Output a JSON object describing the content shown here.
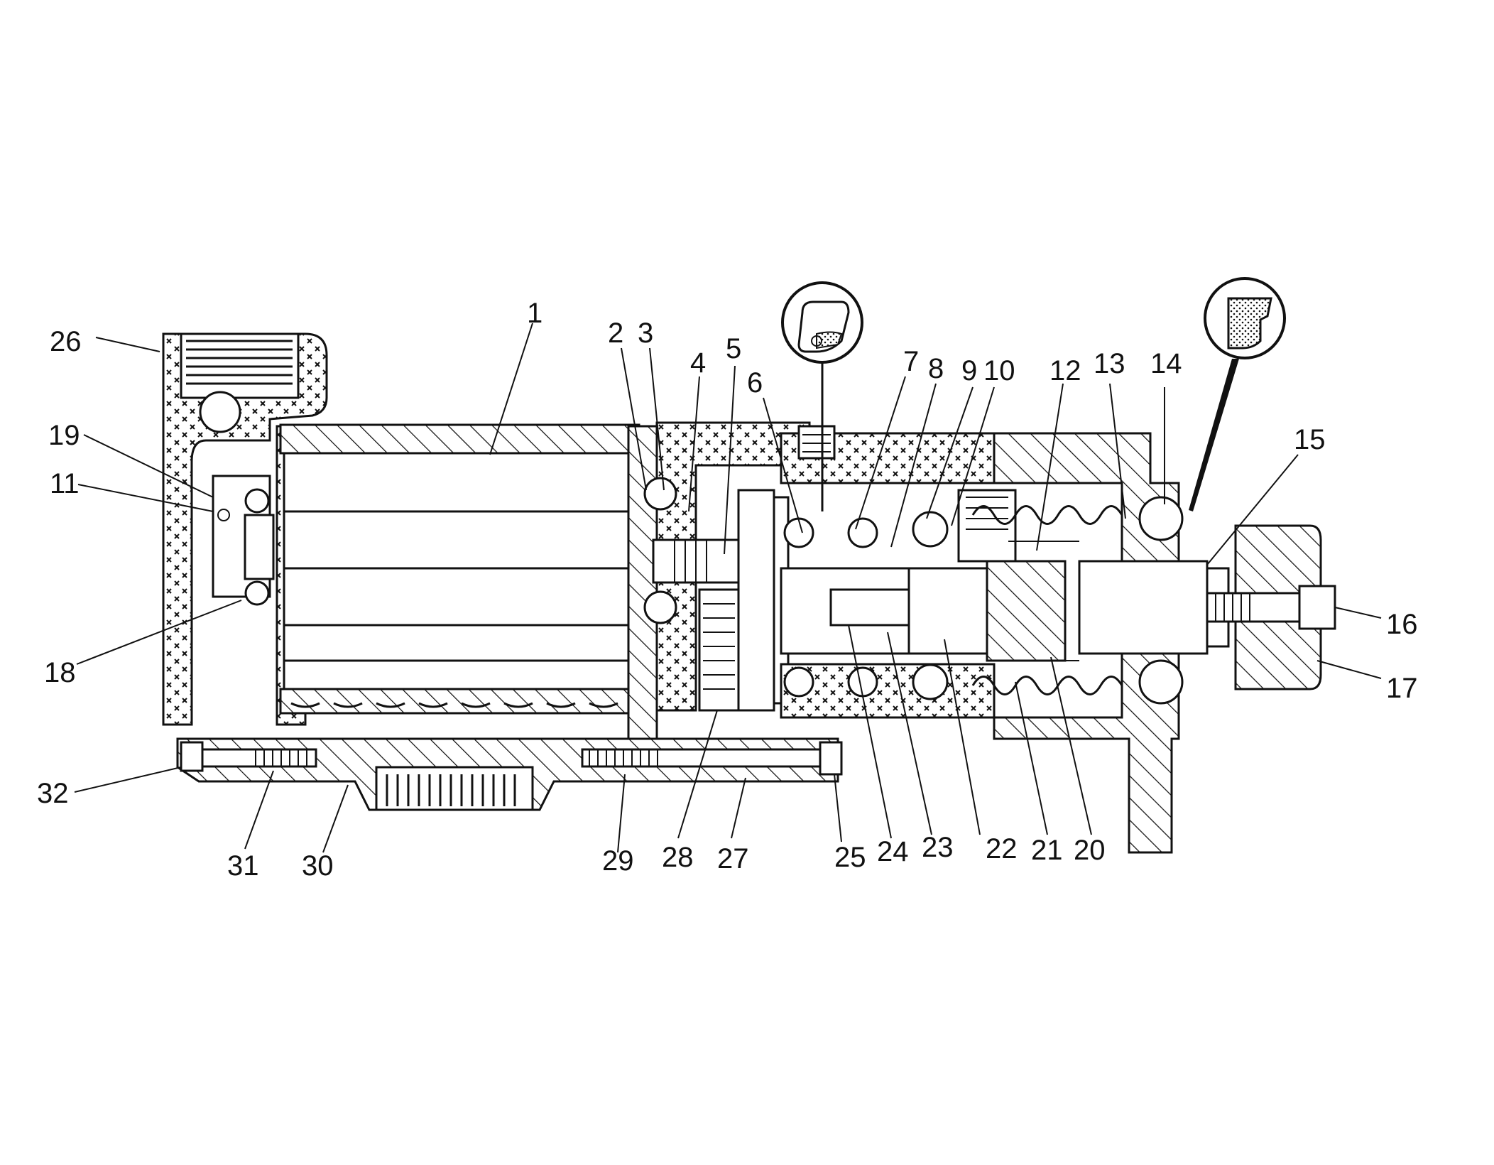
{
  "figure": {
    "labels": {
      "l1": "1",
      "l2": "2",
      "l3": "3",
      "l4": "4",
      "l5": "5",
      "l6": "6",
      "l7": "7",
      "l8": "8",
      "l9": "9",
      "l10": "10",
      "l11": "11",
      "l12": "12",
      "l13": "13",
      "l14": "14",
      "l15": "15",
      "l16": "16",
      "l17": "17",
      "l18": "18",
      "l19": "19",
      "l20": "20",
      "l21": "21",
      "l22": "22",
      "l23": "23",
      "l24": "24",
      "l25": "25",
      "l26": "26",
      "l27": "27",
      "l28": "28",
      "l29": "29",
      "l30": "30",
      "l31": "31",
      "l32": "32"
    }
  }
}
